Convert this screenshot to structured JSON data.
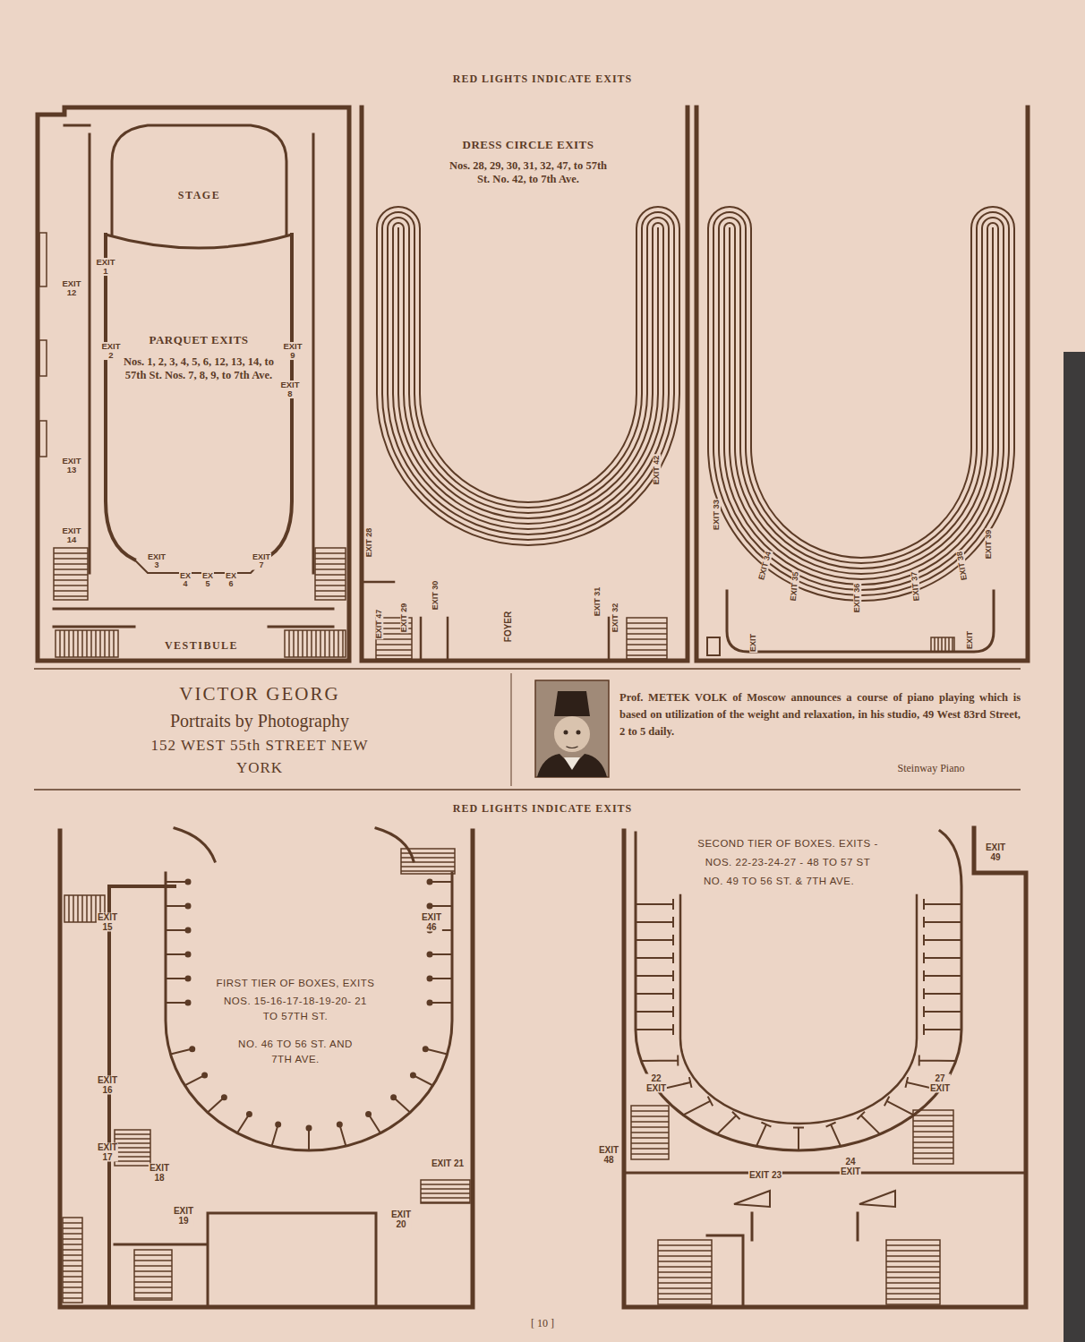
{
  "diagram": {
    "nodes": [
      {
        "text": [
          "PARQUET EXITS",
          "Nos. 1, 2, 3, 4, 5, 6, 12, 13, 14, to 57th St. Nos. 7, 8, 9, to 7th Ave."
        ]
      },
      {
        "text": [
          "STAGE"
        ],
        "in": 0
      },
      {
        "text": [
          "VESTIBULE"
        ],
        "in": 0
      },
      {
        "text": [
          "DRESS CIRCLE EXITS",
          "Nos. 28, 29, 30, 31, 32, 47, to 57th St. No. 42, to 7th Ave."
        ]
      },
      {
        "text": [
          "VICTOR GEORG",
          "Portraits by Photography",
          "152 WEST 55th STREET NEW YORK"
        ]
      },
      {
        "text": [
          "Prof. METEK VOLK of Moscow announces a course of piano playing which is based on utilization of the weight and relaxation, in his studio, 49 West 83rd Street, 2 to 5 daily.",
          "Steinway Piano"
        ]
      },
      {
        "text": [
          "FIRST TIER OF BOXES, EXITS",
          "NOS. 15-16-17-18-19-20- 21 TO 57TH ST.",
          "NO. 46 TO 56 ST. AND 7TH AVE."
        ]
      },
      {
        "text": [
          "SECOND TIER OF BOXES. EXITS -",
          "NOS. 22-23-24-27 - 48 TO 57 ST",
          "NO. 49 TO 56 ST. & 7TH AVE."
        ]
      }
    ],
    "labels": [
      "RED LIGHTS INDICATE EXITS",
      "EXIT 12",
      "EXIT 1",
      "EXIT 2",
      "EXIT 9",
      "EXIT 8",
      "EXIT 13",
      "EXIT 14",
      "EXIT 3",
      "EX 4",
      "EX 5",
      "EX 6",
      "EXIT 7",
      "EXIT 28",
      "EXIT 47",
      "EXIT 29",
      "EXIT 30",
      "FOYER",
      "EXIT 31",
      "EXIT 32",
      "EXIT 42",
      "EXIT 33",
      "EXIT 34",
      "EXIT 35",
      "EXIT 36",
      "EXIT 37",
      "EXIT 38",
      "EXIT 39",
      "EXIT",
      "EXIT",
      "RED LIGHTS INDICATE EXITS",
      "EXIT 15",
      "EXIT 46",
      "EXIT 16",
      "EXIT 17",
      "EXIT 18",
      "EXIT 19",
      "EXIT 21",
      "EXIT 20",
      "EXIT 49",
      "22 EXIT",
      "27 EXIT",
      "EXIT 48",
      "EXIT 23",
      "24 EXIT",
      "[ 10 ]"
    ]
  }
}
